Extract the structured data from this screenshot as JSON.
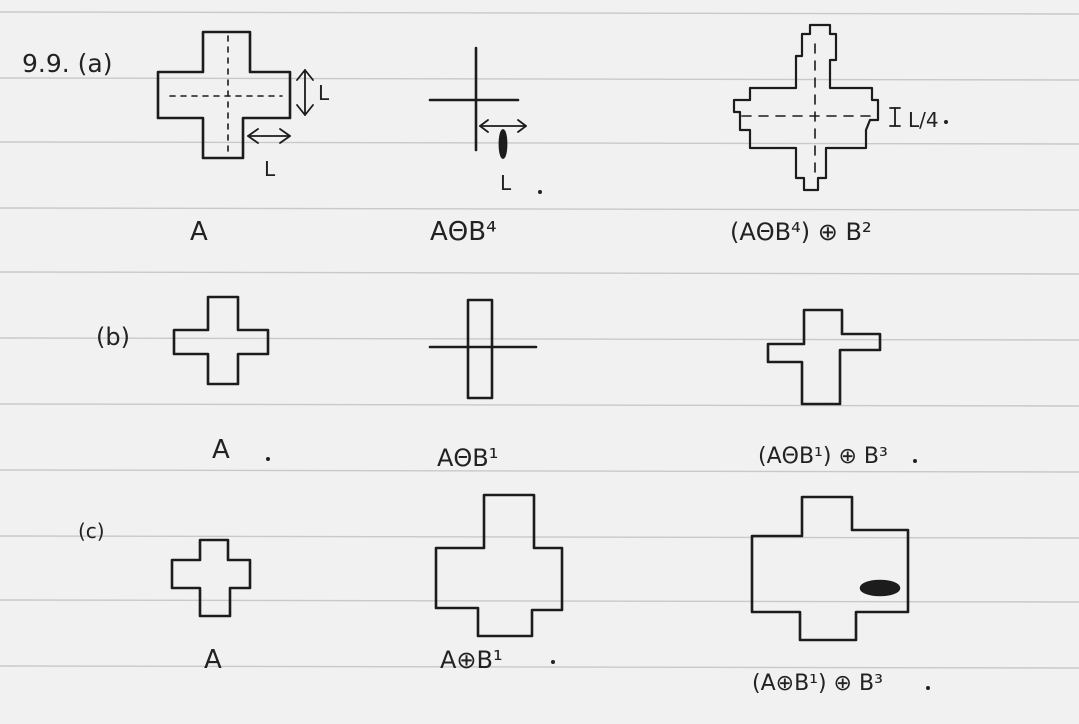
{
  "problem_label": "9.9. (a)",
  "rows": [
    {
      "row_label": "",
      "captions": [
        "A",
        "AΘB⁴",
        "(AΘB⁴) ⊕ B²"
      ],
      "dimension_labels": [
        "L",
        "L",
        "L",
        "L/4"
      ]
    },
    {
      "row_label": "(b)",
      "captions": [
        "A",
        "AΘB¹",
        "(AΘB¹) ⊕ B³"
      ]
    },
    {
      "row_label": "(c)",
      "captions": [
        "A",
        "A⊕B¹",
        "(A⊕B¹) ⊕ B³"
      ]
    }
  ]
}
